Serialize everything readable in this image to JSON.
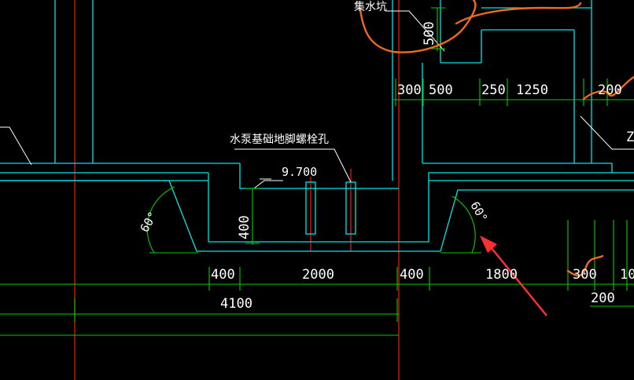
{
  "drawing": {
    "colors": {
      "background": "#000000",
      "outline": "#00e5e5",
      "dimension": "#00cc00",
      "center_line": "#e01515",
      "text": "#ffffff",
      "markup": "#f06a1e",
      "arrow": "#ff3030"
    },
    "labels": {
      "sump_pit": "集水坑",
      "bolt_hole_note": "水泵基础地脚螺栓孔",
      "elevation": "9.700",
      "slope_left": "60°",
      "slope_right": "60°",
      "z_mark": "Z"
    },
    "dimensions": {
      "top_row": [
        "300",
        "500",
        "250",
        "1250",
        "200"
      ],
      "pit_depth_top": "500",
      "depth_left": "400",
      "bottom_row": [
        "400",
        "2000",
        "400",
        "1800",
        "300",
        "10"
      ],
      "total": "4100",
      "bottom_right": "200"
    }
  }
}
